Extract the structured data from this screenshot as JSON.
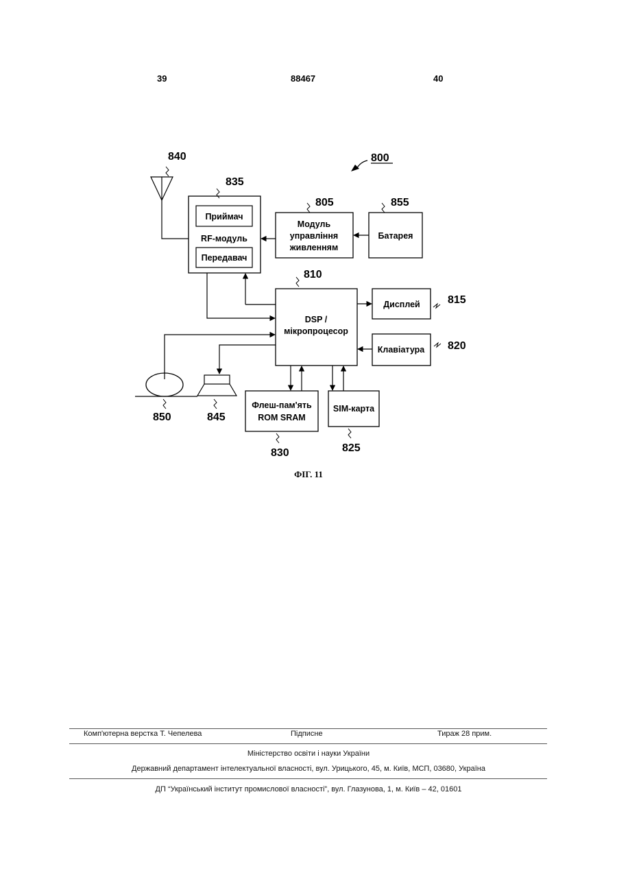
{
  "header": {
    "left_page": "39",
    "patent_number": "88467",
    "right_page": "40"
  },
  "figure": {
    "ref_800": "800",
    "ref_840": "840",
    "ref_835": "835",
    "ref_805": "805",
    "ref_855": "855",
    "ref_810": "810",
    "ref_815": "815",
    "ref_820": "820",
    "ref_850": "850",
    "ref_845": "845",
    "ref_830": "830",
    "ref_825": "825",
    "receiver": "Приймач",
    "rf_module": "RF-модуль",
    "transmitter": "Передавач",
    "power_line1": "Модуль",
    "power_line2": "управління",
    "power_line3": "живленням",
    "battery": "Батарея",
    "dsp_line1": "DSP /",
    "dsp_line2": "мікропроцесор",
    "display": "Дисплей",
    "keyboard": "Клавіатура",
    "flash_line1": "Флеш-пам'ять",
    "flash_line2": "ROM SRAM",
    "sim": "SIM-карта",
    "caption": "ФІГ. 11"
  },
  "footer": {
    "typesetting": "Комп'ютерна верстка Т. Чепелева",
    "signed": "Підписне",
    "circulation": "Тираж 28 прим.",
    "ministry": "Міністерство освіти і науки України",
    "department": "Державний департамент інтелектуальної власності, вул. Урицького, 45, м. Київ, МСП, 03680, Україна",
    "institute": "ДП “Український інститут промислової власності”, вул. Глазунова, 1, м. Київ – 42, 01601"
  }
}
